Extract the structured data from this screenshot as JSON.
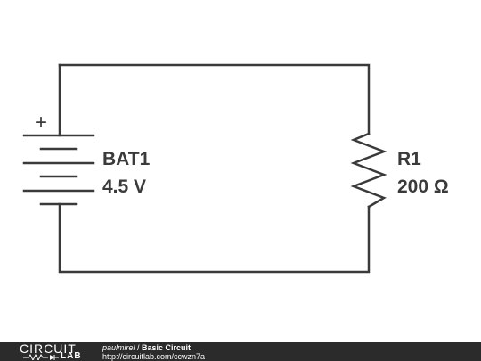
{
  "battery": {
    "name": "BAT1",
    "value": "4.5 V",
    "plus_symbol": "+"
  },
  "resistor": {
    "name": "R1",
    "value": "200 Ω"
  },
  "footer": {
    "logo_top": "CIRCUIT",
    "logo_bottom": "LAB",
    "author": "paulmirel",
    "separator": " / ",
    "title": "Basic Circuit",
    "url": "http://circuitlab.com/ccwzn7a"
  },
  "colors": {
    "wire": "#3a3a3a",
    "footer_bg": "#2b2b2b",
    "footer_text": "#ffffff"
  }
}
